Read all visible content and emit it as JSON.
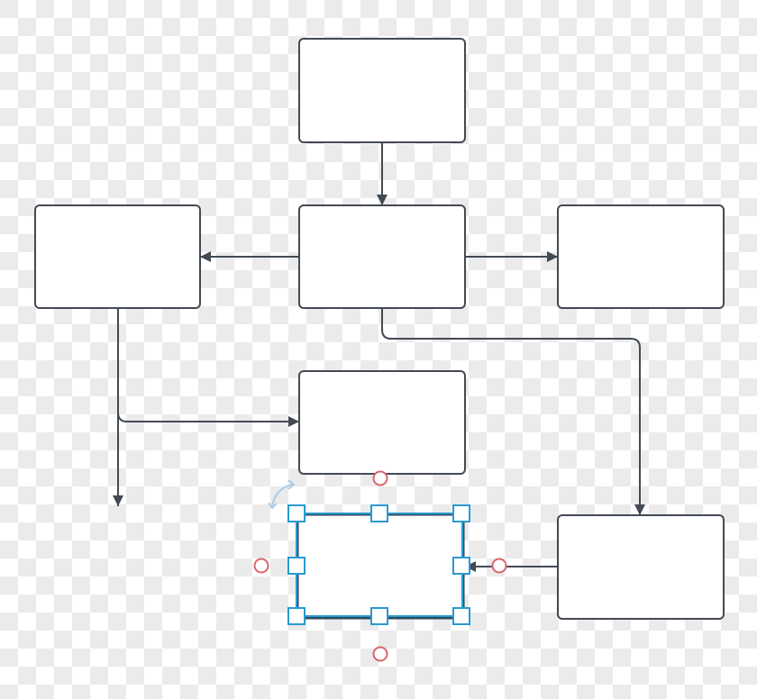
{
  "canvas": {
    "background": "checkerboard",
    "checker_colors": [
      "#ffffff",
      "#ebebeb"
    ]
  },
  "colors": {
    "shape_stroke": "#434a54",
    "shape_fill": "#ffffff",
    "connector": "#434a54",
    "selection": "#2a9ad0",
    "connection_point": "#d9646c",
    "rotate_handle": "#a9cdea"
  },
  "diagram": {
    "shapes": [
      {
        "id": "top"
      },
      {
        "id": "center"
      },
      {
        "id": "left"
      },
      {
        "id": "right"
      },
      {
        "id": "middle-lower"
      },
      {
        "id": "selected",
        "selected": true
      },
      {
        "id": "bottom-right"
      }
    ],
    "connectors": [
      {
        "from": "top",
        "to": "center"
      },
      {
        "from": "center",
        "to": "left"
      },
      {
        "from": "center",
        "to": "right"
      },
      {
        "from": "center",
        "to": "bottom-right"
      },
      {
        "from": "left",
        "to": "middle-lower"
      },
      {
        "from": "left",
        "to": null
      },
      {
        "from": "bottom-right",
        "to": "selected"
      }
    ]
  }
}
